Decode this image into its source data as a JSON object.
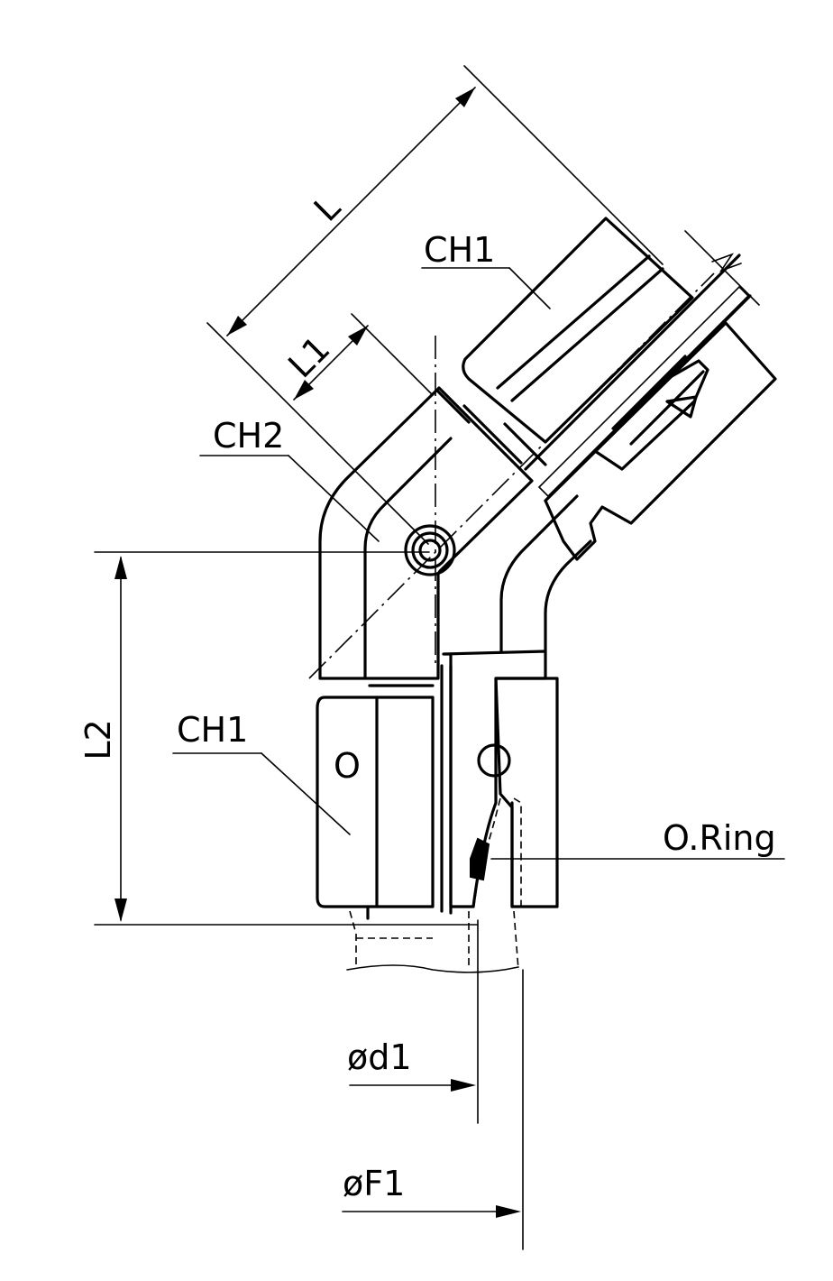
{
  "labels": {
    "L": "L",
    "L1": "L1",
    "L2": "L2",
    "CH1_top": "CH1",
    "CH2": "CH2",
    "CH1_bottom": "CH1",
    "O": "O",
    "oring": "O.Ring",
    "d1": "ød1",
    "F1": "øF1"
  }
}
